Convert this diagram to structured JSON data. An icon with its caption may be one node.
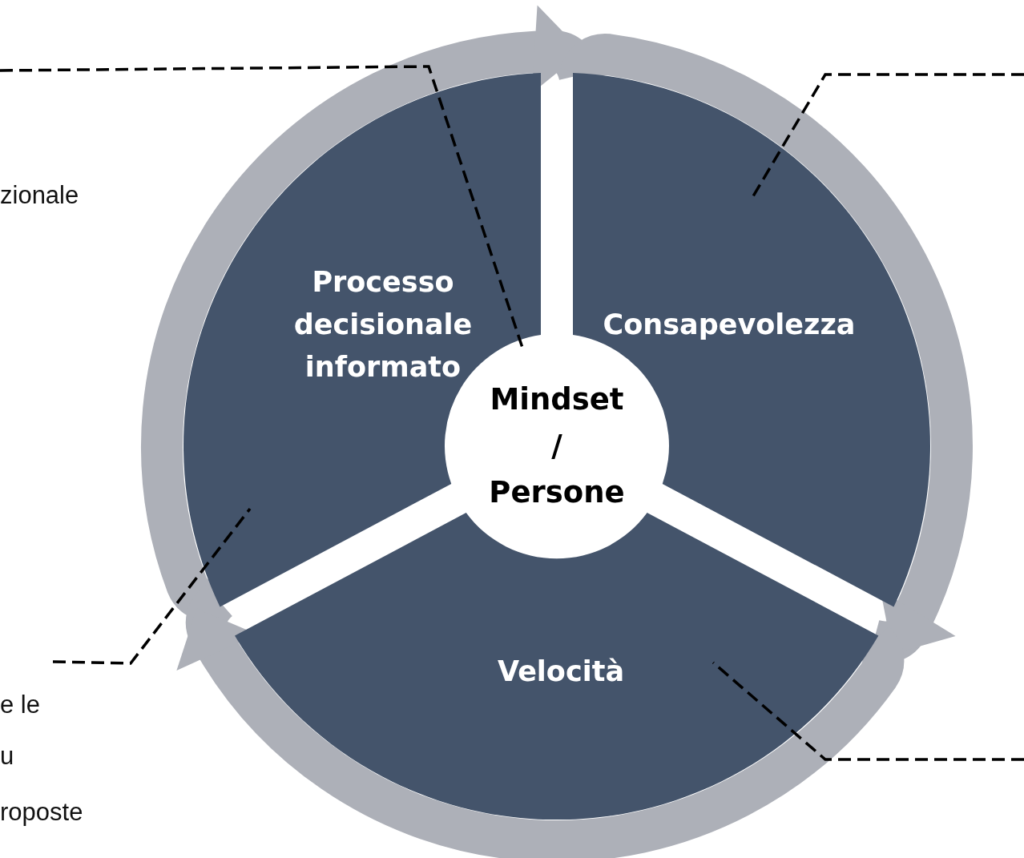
{
  "diagram": {
    "nodes": [
      {
        "text": [
          "Processo decisionale informato"
        ]
      },
      {
        "text": [
          "Consapevolezza"
        ]
      },
      {
        "text": [
          "Velocità"
        ]
      },
      {
        "text": [
          "Mindset / Persone"
        ]
      }
    ],
    "edges": [
      {
        "from": 0,
        "to": 1,
        "arrow": "to",
        "style": "thick",
        "color": "#adb0b8"
      },
      {
        "from": 1,
        "to": 2,
        "arrow": "to",
        "style": "thick",
        "color": "#adb0b8"
      },
      {
        "from": 2,
        "to": 0,
        "arrow": "to",
        "style": "thick",
        "color": "#adb0b8"
      },
      {
        "from": null,
        "to": 3,
        "arrow": "none",
        "style": "dashed"
      },
      {
        "from": null,
        "to": 1,
        "arrow": "none",
        "style": "dashed"
      },
      {
        "from": null,
        "to": 0,
        "arrow": "none",
        "style": "dashed"
      },
      {
        "from": null,
        "to": 2,
        "arrow": "none",
        "style": "dashed"
      }
    ],
    "labels": [
      "zionale",
      "e le",
      "u",
      "roposte"
    ]
  }
}
